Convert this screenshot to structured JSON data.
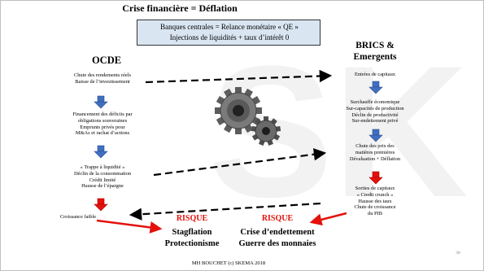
{
  "slide": {
    "title": "Crise financière = Déflation",
    "center_box": {
      "line1": "Banques centrales  =  Relance monétaire « QE »",
      "line2": "Injections de liquidités + taux d’intérêt 0"
    },
    "left": {
      "heading": "OCDE",
      "block1": [
        "Chute des rendements réels",
        "Baisse de l’investissement"
      ],
      "block2": [
        "Financement des déficits par",
        "obligations souveraines",
        "Emprunts privés pour",
        "M&As et  rachat d’actions"
      ],
      "block3": [
        "« Trappe à liquidité »",
        "Déclin de la consommation",
        "Crédit limité",
        "Hausse de l’épargne"
      ],
      "block4": "Croissance faible"
    },
    "right": {
      "heading": [
        "BRICS &",
        "Emergents"
      ],
      "block1": "Entrées de capitaux",
      "block2": [
        "Surchauffe économique",
        "Sur-capacités de production",
        "Déclin de productivité",
        "Sur-endettement privé"
      ],
      "block3": [
        "Chute des prix des",
        "matières premières",
        "Dévaluation + Déflation"
      ],
      "block4": [
        "Sorties de capitaux",
        "« Credit crunch »",
        "Hausse des taux",
        "Chute de croissance",
        "du PIB"
      ]
    },
    "risks": {
      "risk1": {
        "label": "RISQUE",
        "lines": [
          "Stagflation",
          "Protectionisme"
        ]
      },
      "risk2": {
        "label": "RISQUE",
        "lines": [
          "Crise d’endettement",
          "Guerre des monnaies"
        ]
      }
    },
    "footer": "MH BOUCHET (c) SKEMA 2018",
    "page_number": "38",
    "watermark": "SK",
    "colors": {
      "arrow_blue": "#3f6fc0",
      "arrow_red": "#e3120b",
      "risk_red": "#e3120b",
      "box_fill": "#d9e6f2"
    }
  }
}
